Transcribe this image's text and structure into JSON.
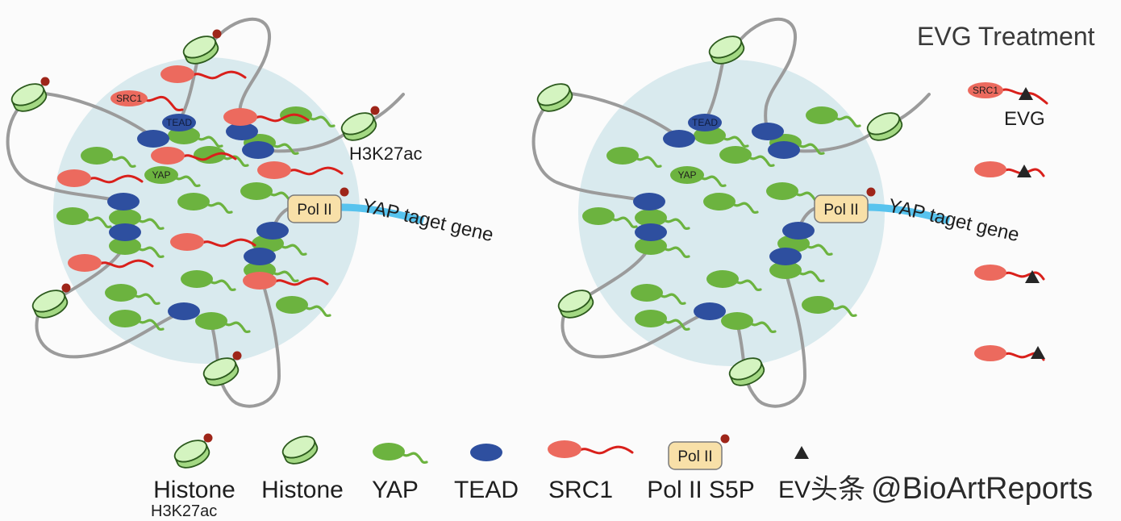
{
  "title": "EVG Treatment",
  "left_panel": {
    "src1_label": "SRC1",
    "tead_label": "TEAD",
    "yap_label": "YAP",
    "mark_label": "H3K27ac",
    "pol_label": "Pol II",
    "gene_label": "YAP taget gene"
  },
  "right_panel": {
    "tead_label": "TEAD",
    "yap_label": "YAP",
    "pol_label": "Pol II",
    "gene_label": "YAP taget gene"
  },
  "treatment_column": {
    "src1_label": "SRC1",
    "drug_label": "EVG"
  },
  "legend": {
    "histone_mod": {
      "label": "Histone",
      "sublabel": "H3K27ac"
    },
    "histone": {
      "label": "Histone"
    },
    "yap": {
      "label": "YAP"
    },
    "tead": {
      "label": "TEAD"
    },
    "src1": {
      "label": "SRC1"
    },
    "pol2": {
      "icon_text": "Pol II",
      "label": "Pol II S5P"
    },
    "drug": {
      "label": "EV"
    }
  },
  "watermark": {
    "prefix": "头条",
    "handle": "@BioArtReports"
  },
  "colors": {
    "background": "#fbfbfb",
    "condensate": "#d9eaee",
    "chromatin": "#9b9b9b",
    "histone_face": "#d4f4c0",
    "histone_side": "#a3d883",
    "histone_outline": "#2c5a1d",
    "acetyl_mark": "#9e2519",
    "yap": "#6cb33f",
    "tead": "#2e4f9f",
    "src1_body": "#ec6a5e",
    "src1_tail": "#d9201b",
    "pol2_box": "#f8e0a8",
    "gene": "#57c3ee",
    "drug": "#262626",
    "text": "#1e1e1e"
  }
}
